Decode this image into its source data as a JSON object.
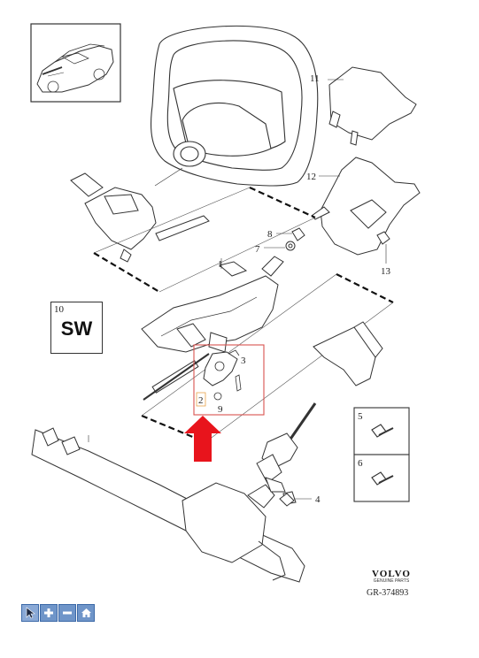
{
  "diagram": {
    "parts": [
      {
        "id": "1",
        "label": "1"
      },
      {
        "id": "2",
        "label": "2"
      },
      {
        "id": "3",
        "label": "3"
      },
      {
        "id": "4",
        "label": "4"
      },
      {
        "id": "5",
        "label": "5"
      },
      {
        "id": "6",
        "label": "6"
      },
      {
        "id": "7",
        "label": "7"
      },
      {
        "id": "8",
        "label": "8"
      },
      {
        "id": "9",
        "label": "9"
      },
      {
        "id": "10",
        "label": "10"
      },
      {
        "id": "11",
        "label": "11"
      },
      {
        "id": "12",
        "label": "12"
      },
      {
        "id": "13",
        "label": "13"
      }
    ],
    "sw_box": {
      "number": "10",
      "text": "SW"
    },
    "brand": {
      "logo": "VOLVO",
      "subtitle": "GENUINE PARTS"
    },
    "reference": "GR-374893",
    "highlight_color": "#d9534f",
    "arrow_color": "#e8141c"
  },
  "toolbar": {
    "buttons": [
      {
        "name": "select",
        "icon": "cursor-icon"
      },
      {
        "name": "zoom-in",
        "icon": "plus-icon"
      },
      {
        "name": "zoom-out",
        "icon": "minus-icon"
      },
      {
        "name": "home",
        "icon": "home-icon"
      }
    ]
  }
}
